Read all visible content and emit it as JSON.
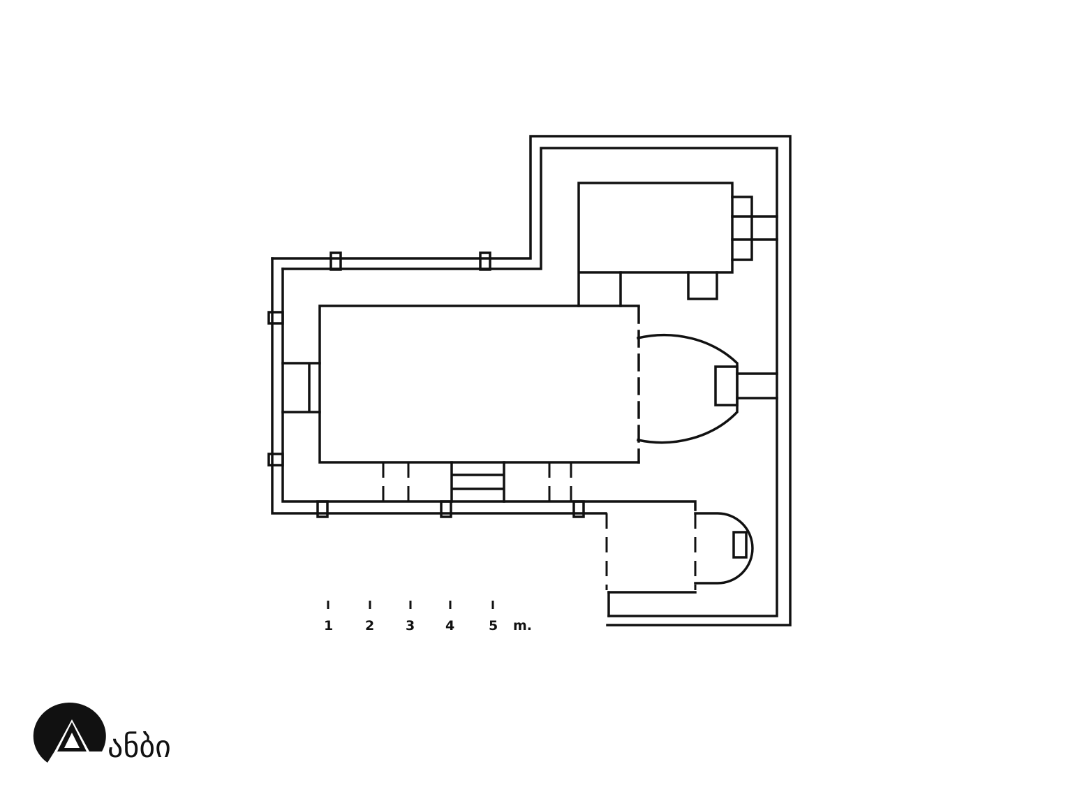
{
  "scale": {
    "ticks": [
      "1",
      "2",
      "3",
      "4",
      "5"
    ],
    "unit": "m."
  },
  "logo": {
    "wordmark": "ანბი"
  },
  "colors": {
    "ink": "#111111",
    "background": "#ffffff"
  }
}
